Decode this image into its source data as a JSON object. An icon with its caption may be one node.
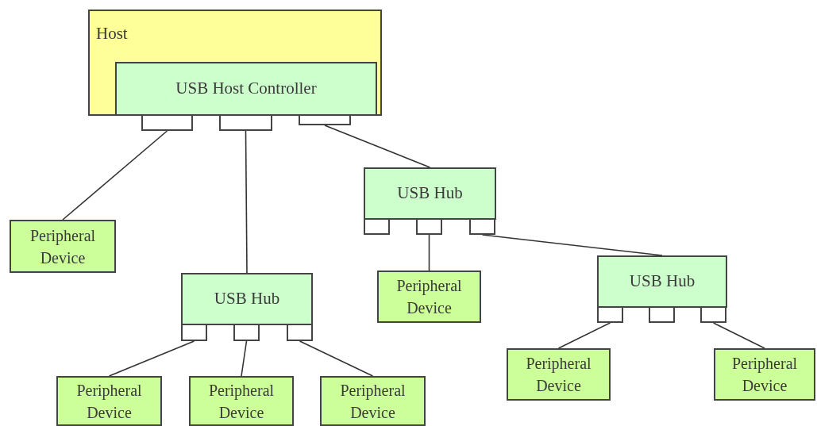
{
  "diagram": {
    "nodes": [
      {
        "text": [
          "Host"
        ]
      },
      {
        "text": [
          "USB Host Controller"
        ],
        "in": 0
      },
      {
        "text": [],
        "shape": "box"
      },
      {
        "text": [],
        "shape": "box"
      },
      {
        "text": [],
        "shape": "box"
      },
      {
        "text": [
          "USB Hub"
        ]
      },
      {
        "text": [],
        "shape": "box"
      },
      {
        "text": [],
        "shape": "box"
      },
      {
        "text": [],
        "shape": "box"
      },
      {
        "text": [
          "Peripheral Device"
        ]
      },
      {
        "text": [
          "Peripheral Device"
        ]
      },
      {
        "text": [
          "USB Hub"
        ]
      },
      {
        "text": [],
        "shape": "box"
      },
      {
        "text": [],
        "shape": "box"
      },
      {
        "text": [],
        "shape": "box"
      },
      {
        "text": [
          "USB Hub"
        ]
      },
      {
        "text": [],
        "shape": "box"
      },
      {
        "text": [],
        "shape": "box"
      },
      {
        "text": [],
        "shape": "box"
      },
      {
        "text": [
          "Peripheral Device"
        ]
      },
      {
        "text": [
          "Peripheral Device"
        ]
      },
      {
        "text": [
          "Peripheral Device"
        ]
      },
      {
        "text": [
          "Peripheral Device"
        ]
      },
      {
        "text": [
          "Peripheral Device"
        ]
      }
    ],
    "edges": [
      {
        "from": 2,
        "to": 9,
        "arrow": "none"
      },
      {
        "from": 3,
        "to": 11,
        "arrow": "none"
      },
      {
        "from": 4,
        "to": 5,
        "arrow": "none"
      },
      {
        "from": 7,
        "to": 10,
        "arrow": "none"
      },
      {
        "from": 8,
        "to": 15,
        "arrow": "none"
      },
      {
        "from": 12,
        "to": 21,
        "arrow": "none"
      },
      {
        "from": 13,
        "to": 22,
        "arrow": "none"
      },
      {
        "from": 14,
        "to": 23,
        "arrow": "none"
      },
      {
        "from": 16,
        "to": 19,
        "arrow": "none"
      },
      {
        "from": 18,
        "to": 20,
        "arrow": "none"
      }
    ]
  }
}
